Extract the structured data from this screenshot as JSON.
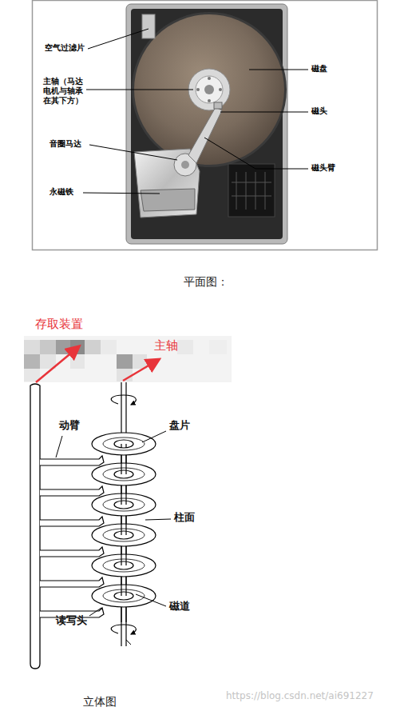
{
  "diagram": {
    "labels": [
      "空气过滤片",
      "主轴（马达 电机与轴承 在其下方）",
      "音圈马达",
      "永磁铁",
      "磁盘",
      "磁头",
      "磁头臂",
      "平面图：",
      "存取装置",
      "主轴",
      "动臂",
      "盘片",
      "柱面",
      "磁道",
      "读写头",
      "立体图",
      "https://blog.csdn.net/ai691227"
    ]
  }
}
